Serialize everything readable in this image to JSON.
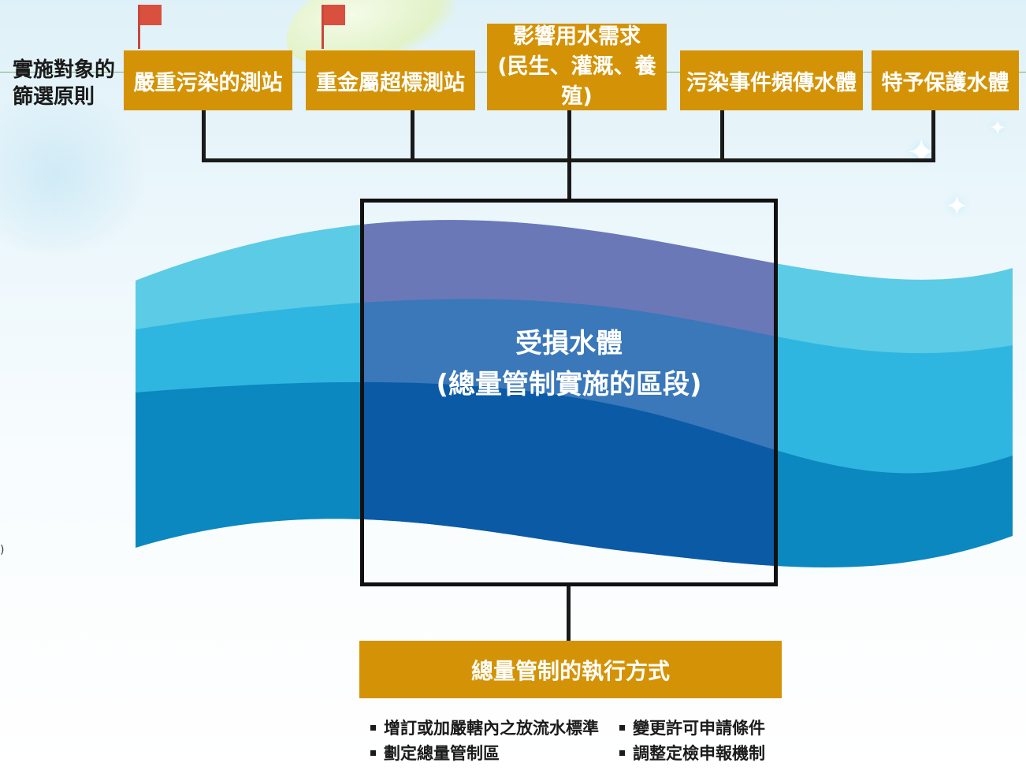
{
  "criteria_title": "實施對象的\n篩選原則",
  "criteria_boxes": [
    {
      "label": "嚴重污染的測站",
      "flag": true
    },
    {
      "label": "重金屬超標測站",
      "flag": true
    },
    {
      "label_line1": "影響用水需求",
      "label_line2": "(民生、灌溉、養殖)",
      "flag": false
    },
    {
      "label": "污染事件頻傳水體",
      "flag": false
    },
    {
      "label": "特予保護水體",
      "flag": false
    }
  ],
  "impaired_water": {
    "line1": "受損水體",
    "line2": "(總量管制實施的區段)"
  },
  "execution_title": "總量管制的執行方式",
  "methods_left": [
    "增訂或加嚴轄內之放流水標準",
    "劃定總量管制區"
  ],
  "methods_right": [
    "變更許可申請條件",
    "調整定檢申報機制"
  ],
  "edge_glyph": ")",
  "colors": {
    "box_fill": "#d49306",
    "flag": "#d9503f",
    "wave_light": "#5ccbe6",
    "wave_mid": "#2fb6e0",
    "wave_deep": "#0b88bf",
    "overlay_top": "#6a78b8",
    "overlay_mid": "#3a78ba",
    "overlay_deep": "#0a5aa6"
  }
}
